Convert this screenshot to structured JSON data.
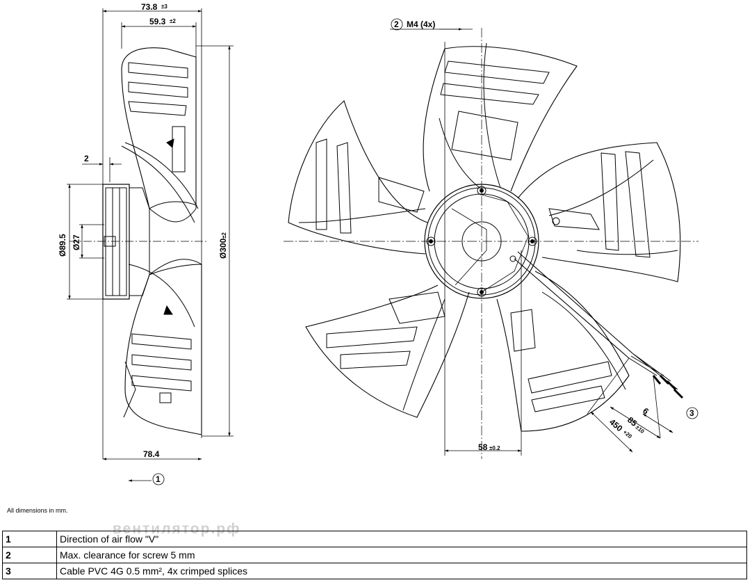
{
  "dimensions": {
    "side": {
      "overall_depth": {
        "value": "73.8",
        "tol": "±3"
      },
      "blade_depth": {
        "value": "59.3",
        "tol": "±2"
      },
      "offset": {
        "value": "2"
      },
      "motor_dia": {
        "value": "Ø89.5"
      },
      "hub_dia": {
        "value": "Ø27"
      },
      "fan_dia": {
        "value": "Ø300",
        "tol": "±2"
      },
      "base_depth": {
        "value": "78.4"
      }
    },
    "front": {
      "screw_callout": "M4 (4x)",
      "screw_callout_num": "2",
      "bolt_spacing": {
        "value": "58",
        "tol": "±0.2"
      },
      "cable_length": {
        "value": "450",
        "tol": "+20"
      },
      "strip_length": {
        "value": "85",
        "tol": "±10"
      },
      "splice_length": {
        "value": "6"
      },
      "cable_callout_num": "3"
    },
    "airflow_callout_num": "1"
  },
  "note": "All dimensions in mm.",
  "watermark": "вентилятор.рф",
  "legend": [
    {
      "num": "1",
      "text": "Direction of air flow \"V\""
    },
    {
      "num": "2",
      "text": "Max. clearance for screw 5 mm"
    },
    {
      "num": "3",
      "text": "Cable PVC 4G 0.5 mm², 4x crimped splices"
    }
  ],
  "colors": {
    "line": "#000000",
    "background": "#ffffff",
    "watermark": "#969696"
  }
}
